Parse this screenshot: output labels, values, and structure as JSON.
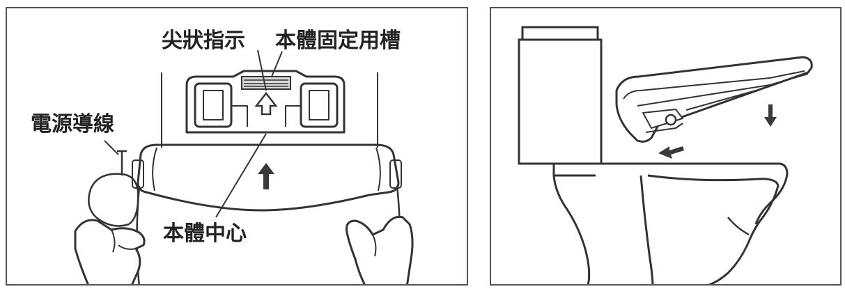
{
  "left_panel": {
    "labels": {
      "pointer_indicator": "尖狀指示",
      "body_fixing_slot": "本體固定用槽",
      "power_cord": "電源導線",
      "body_center": "本體中心"
    }
  },
  "right_panel": {},
  "colors": {
    "line": "#333333",
    "panel_border": "#555555",
    "arrow": "#3a3a3a",
    "shade": "#d9d9d9"
  }
}
